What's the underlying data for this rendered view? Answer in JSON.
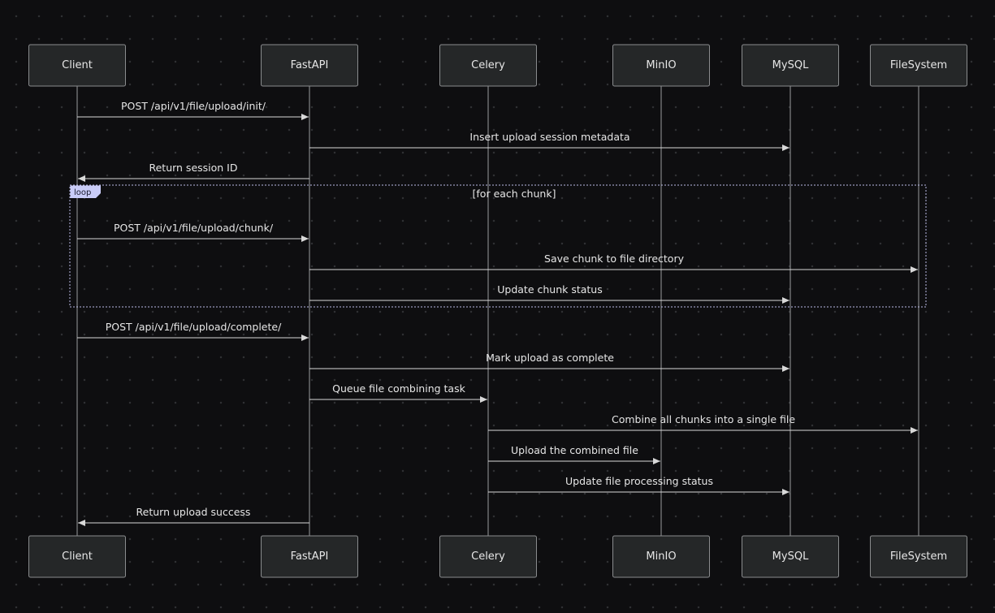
{
  "colors": {
    "background": "#0e0e10",
    "actor_fill": "#252728",
    "actor_border": "#8a8c8e",
    "lifeline": "#9a9c9e",
    "message": "#d8d8d8",
    "text": "#e6e6e6",
    "loop_frame": "#b9b9e6",
    "loop_tag": "#c9ccf7"
  },
  "participants": [
    {
      "id": "client",
      "label": "Client"
    },
    {
      "id": "fastapi",
      "label": "FastAPI"
    },
    {
      "id": "celery",
      "label": "Celery"
    },
    {
      "id": "minio",
      "label": "MinIO"
    },
    {
      "id": "mysql",
      "label": "MySQL"
    },
    {
      "id": "filesystem",
      "label": "FileSystem"
    }
  ],
  "messages": [
    {
      "from": "client",
      "to": "fastapi",
      "label": "POST /api/v1/file/upload/init/"
    },
    {
      "from": "fastapi",
      "to": "mysql",
      "label": "Insert upload session metadata"
    },
    {
      "from": "fastapi",
      "to": "client",
      "label": "Return session ID"
    },
    {
      "from": "client",
      "to": "fastapi",
      "label": "POST /api/v1/file/upload/chunk/"
    },
    {
      "from": "fastapi",
      "to": "filesystem",
      "label": "Save chunk to file directory"
    },
    {
      "from": "fastapi",
      "to": "mysql",
      "label": "Update chunk status"
    },
    {
      "from": "client",
      "to": "fastapi",
      "label": "POST /api/v1/file/upload/complete/"
    },
    {
      "from": "fastapi",
      "to": "mysql",
      "label": "Mark upload as complete"
    },
    {
      "from": "fastapi",
      "to": "celery",
      "label": "Queue file combining task"
    },
    {
      "from": "celery",
      "to": "filesystem",
      "label": "Combine all chunks into a single file"
    },
    {
      "from": "celery",
      "to": "minio",
      "label": "Upload the combined file"
    },
    {
      "from": "celery",
      "to": "mysql",
      "label": "Update file processing status"
    },
    {
      "from": "fastapi",
      "to": "client",
      "label": "Return upload success"
    }
  ],
  "loop": {
    "tag": "loop",
    "condition": "[for each chunk]",
    "first_message": 3,
    "last_message": 5
  }
}
